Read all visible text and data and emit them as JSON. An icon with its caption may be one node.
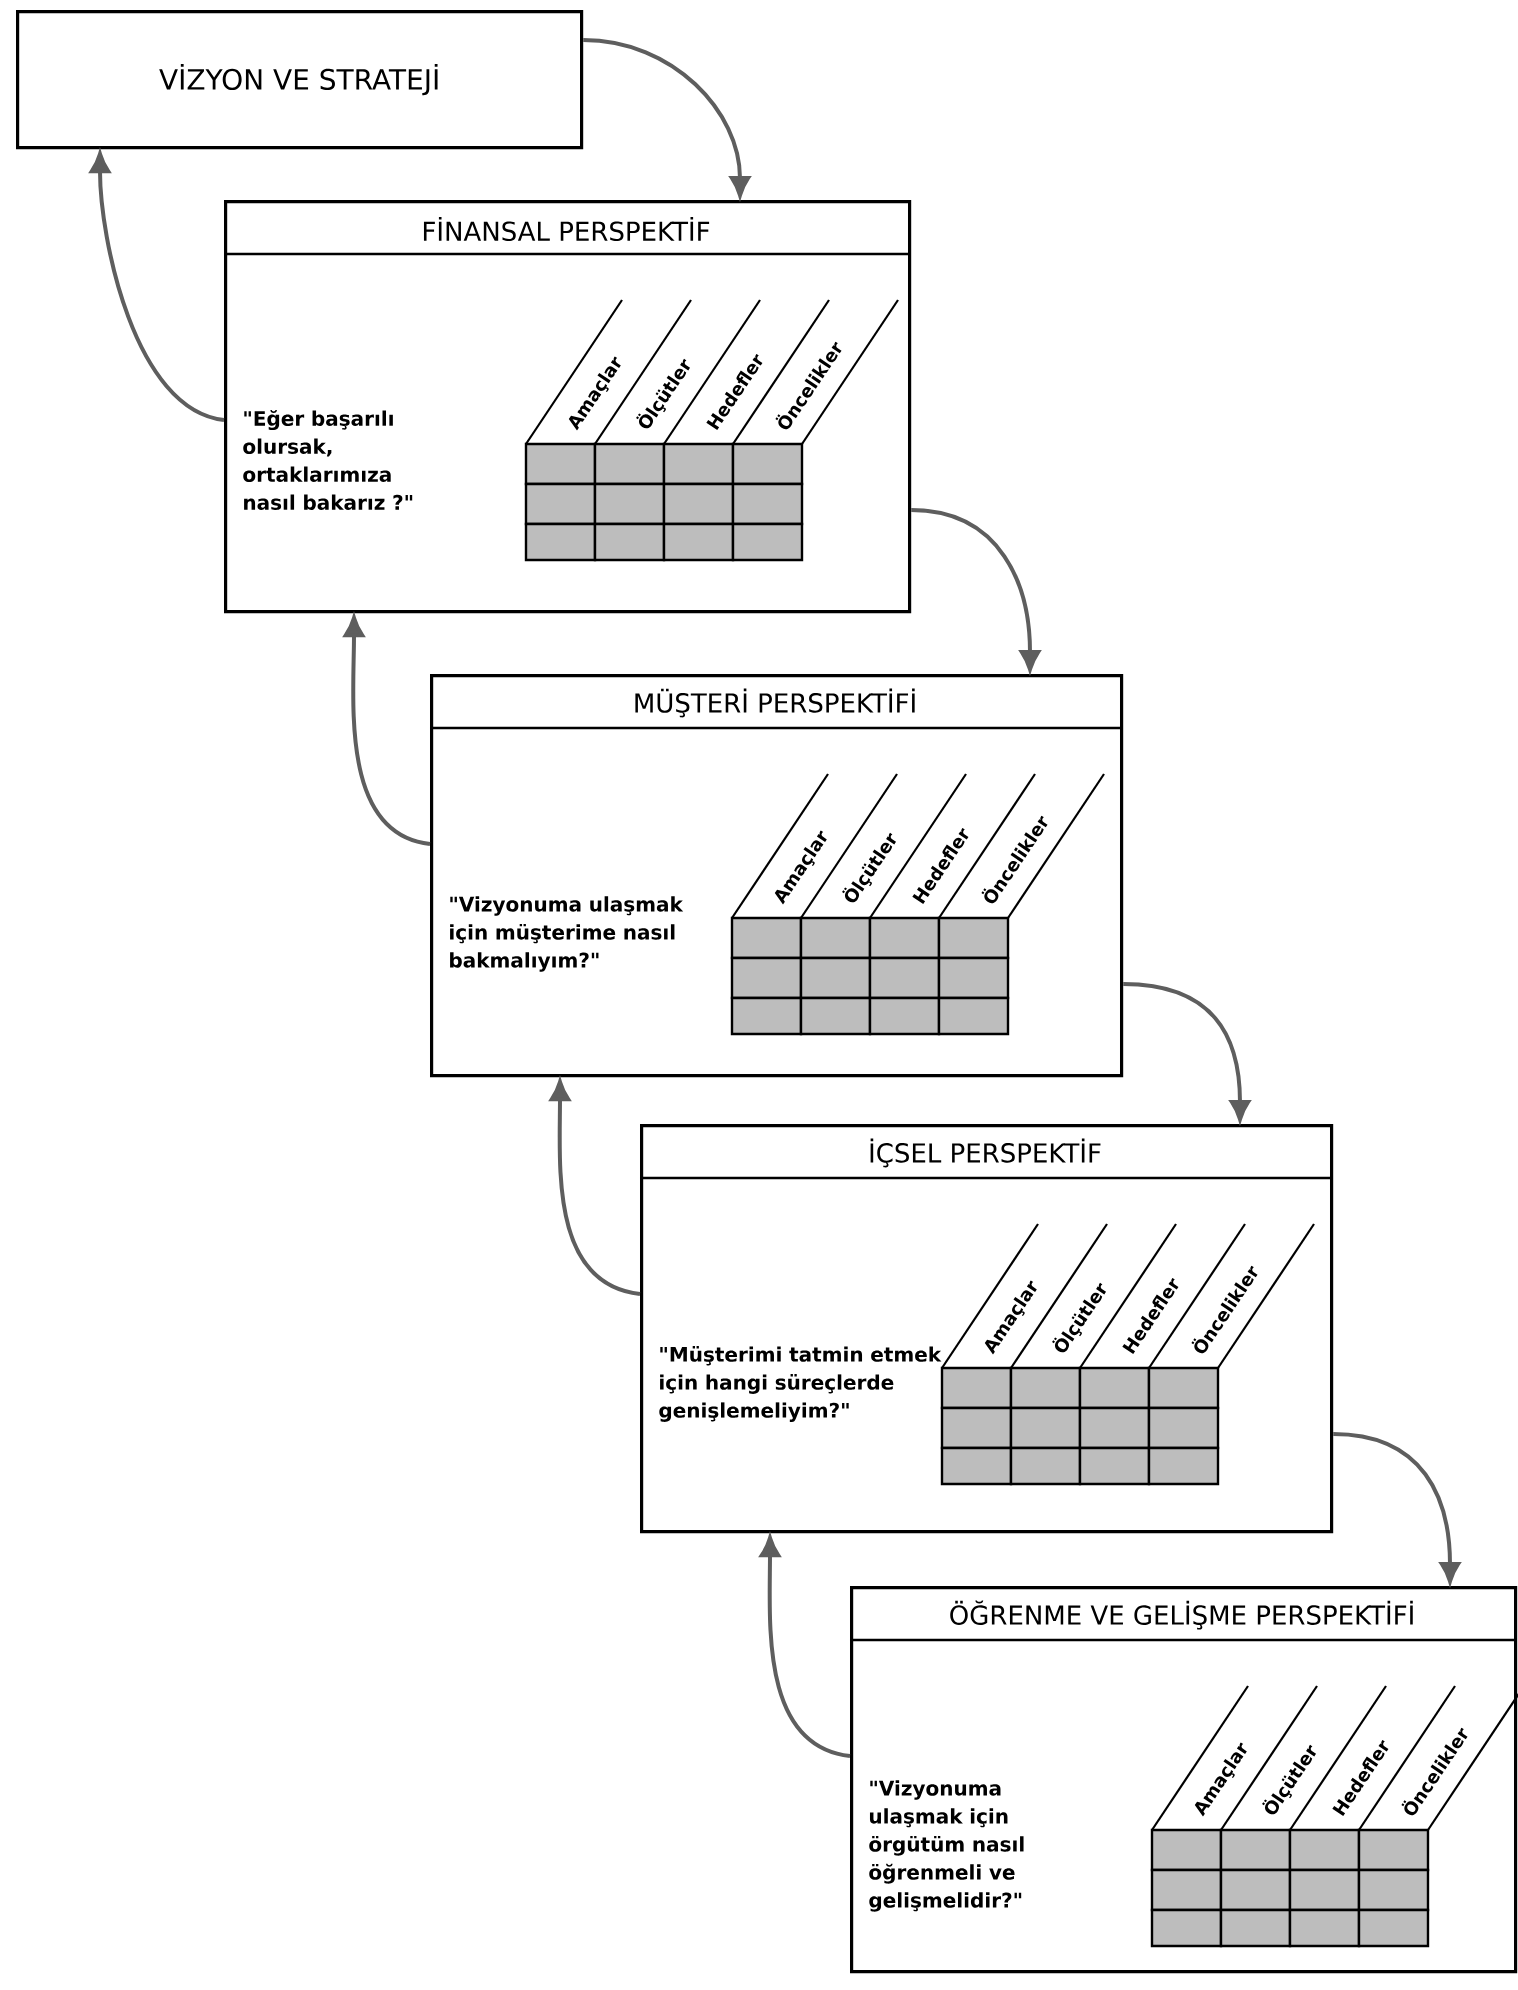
{
  "diagram": {
    "nodes": [
      {
        "text": [
          "VİZYON VE STRATEJİ"
        ]
      },
      {
        "text": [
          "FİNANSAL PERSPEKTİF",
          "\"Eğer başarılı olursak, ortaklarımıza nasıl bakarız ?\"",
          "Amaçlar",
          "Ölçütler",
          "Hedefler",
          "Öncelikler"
        ]
      },
      {
        "text": [
          "MÜŞTERİ PERSPEKTİFİ",
          "\"Vizyonuma ulaşmak için müşterime nasıl bakmalıyım?\"",
          "Amaçlar",
          "Ölçütler",
          "Hedefler",
          "Öncelikler"
        ]
      },
      {
        "text": [
          "İÇSEL PERSPEKTİF",
          "\"Müşterimi tatmin etmek için hangi süreçlerde genişlemeliyim?\"",
          "Amaçlar",
          "Ölçütler",
          "Hedefler",
          "Öncelikler"
        ]
      },
      {
        "text": [
          "ÖĞRENME VE GELİŞME PERSPEKTİFİ",
          "\"Vizyonuma ulaşmak için örgütüm nasıl öğrenmeli ve gelişmelidir?\"",
          "Amaçlar",
          "Ölçütler",
          "Hedefler",
          "Öncelikler"
        ]
      }
    ],
    "edges": [
      {
        "from": 0,
        "to": 1,
        "arrow": "to"
      },
      {
        "from": 1,
        "to": 0,
        "arrow": "to"
      },
      {
        "from": 1,
        "to": 2,
        "arrow": "to"
      },
      {
        "from": 2,
        "to": 1,
        "arrow": "to"
      },
      {
        "from": 2,
        "to": 3,
        "arrow": "to"
      },
      {
        "from": 3,
        "to": 2,
        "arrow": "to"
      },
      {
        "from": 3,
        "to": 4,
        "arrow": "to"
      },
      {
        "from": 4,
        "to": 3,
        "arrow": "to"
      }
    ]
  }
}
